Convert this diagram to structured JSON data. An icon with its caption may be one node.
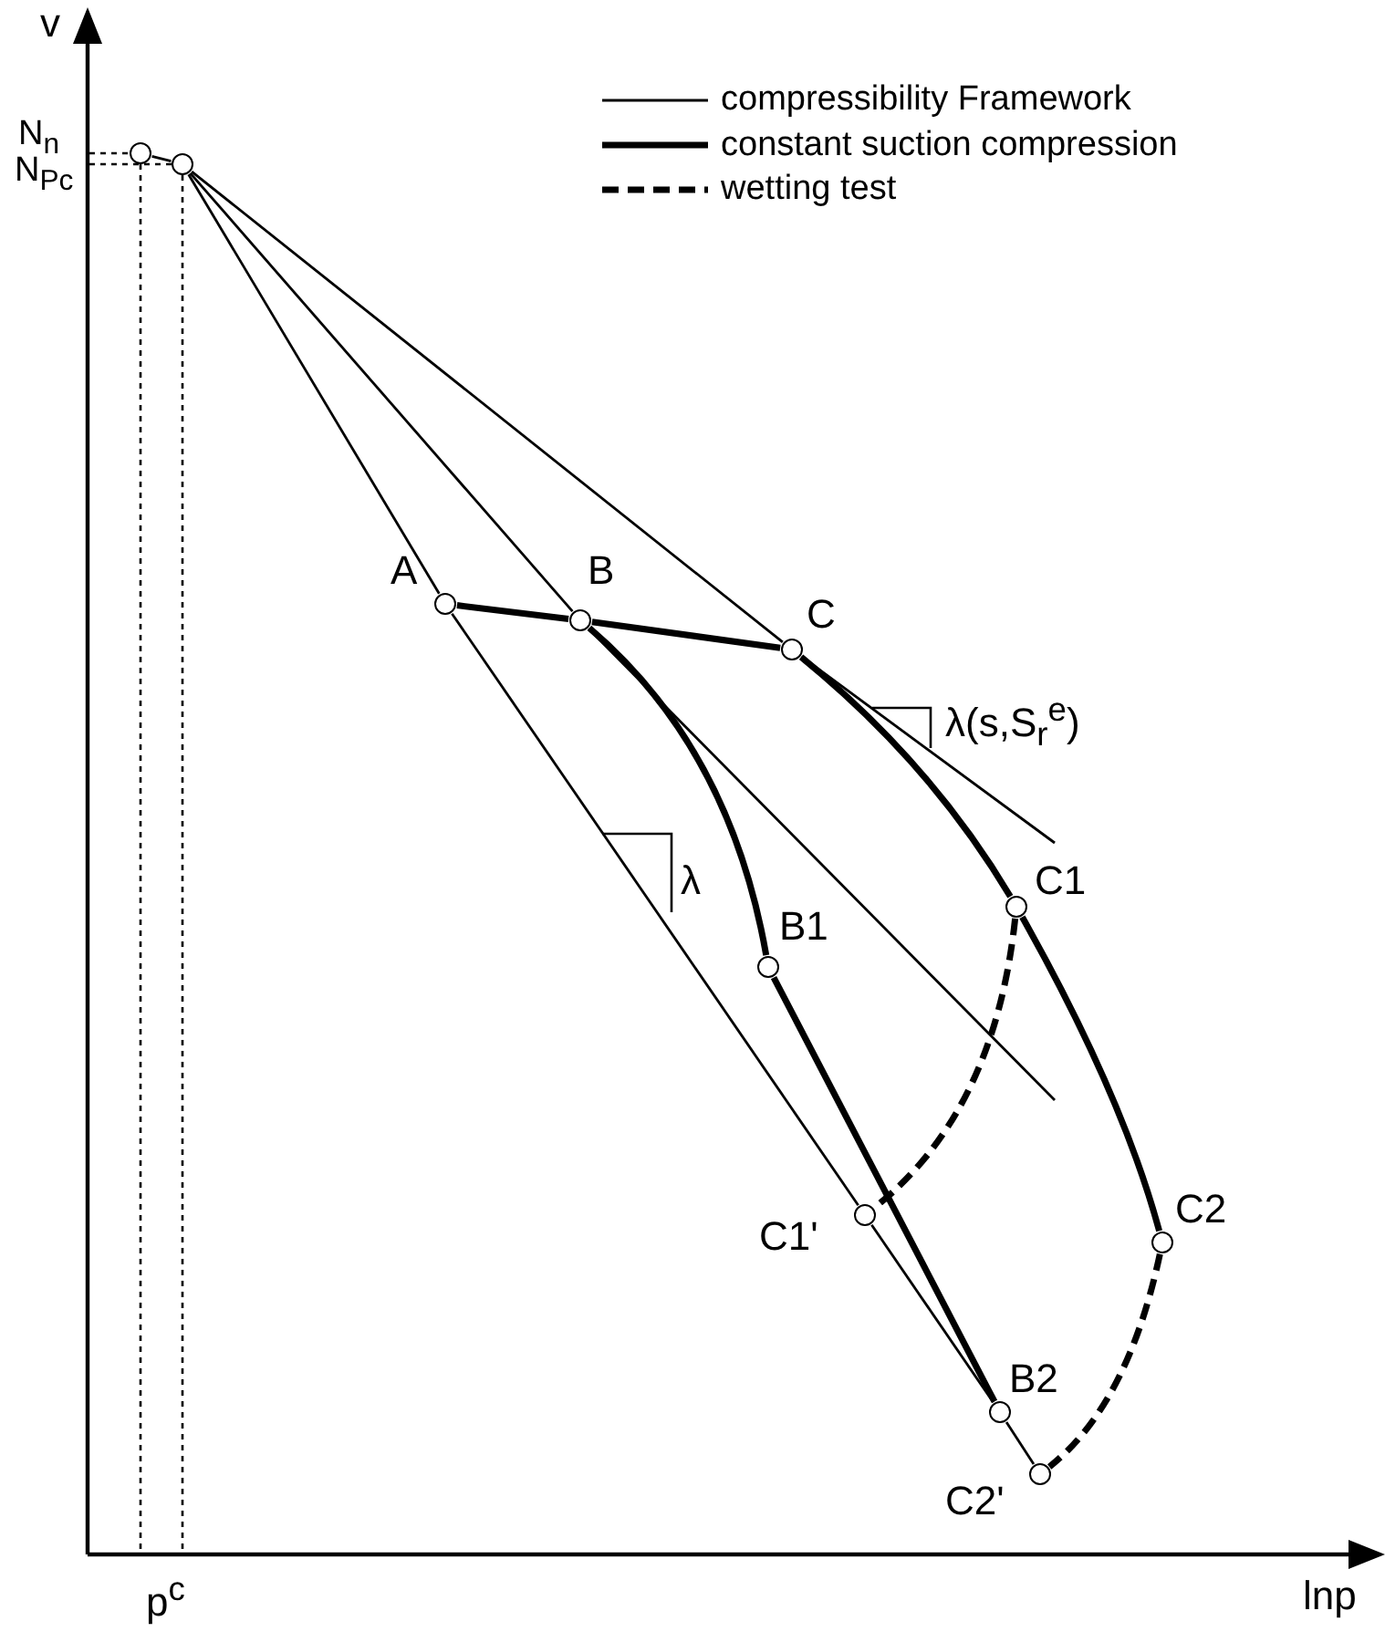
{
  "diagram": {
    "nodes": [
      {
        "text": [],
        "shape": "circle"
      },
      {
        "text": [],
        "shape": "circle"
      },
      {
        "text": [],
        "shape": "circle",
        "beside": [
          "A"
        ]
      },
      {
        "text": [],
        "shape": "circle",
        "beside": [
          "B"
        ]
      },
      {
        "text": [],
        "shape": "circle",
        "beside": [
          "C"
        ]
      },
      {
        "text": [],
        "shape": "circle",
        "beside": [
          "C1"
        ]
      },
      {
        "text": [],
        "shape": "circle",
        "beside": [
          "B1"
        ]
      },
      {
        "text": [],
        "shape": "circle",
        "beside": [
          "C1'"
        ]
      },
      {
        "text": [],
        "shape": "circle",
        "beside": [
          "C2"
        ]
      },
      {
        "text": [],
        "shape": "circle",
        "beside": [
          "B2"
        ]
      },
      {
        "text": [],
        "shape": "circle",
        "beside": [
          "C2'"
        ]
      }
    ],
    "edges": [
      {
        "from": 0,
        "to": 1,
        "arrow": "none"
      },
      {
        "from": 1,
        "to": 2,
        "arrow": "none"
      },
      {
        "from": 1,
        "to": 3,
        "arrow": "none"
      },
      {
        "from": 1,
        "to": 4,
        "arrow": "none"
      },
      {
        "from": 2,
        "to": 7,
        "arrow": "none"
      },
      {
        "from": 7,
        "to": 9,
        "arrow": "none"
      },
      {
        "from": 9,
        "to": 10,
        "arrow": "none"
      },
      {
        "from": 3,
        "to": null,
        "arrow": "none"
      },
      {
        "from": 4,
        "to": null,
        "arrow": "none"
      },
      {
        "from": 2,
        "to": 3,
        "arrow": "none",
        "style": "thick"
      },
      {
        "from": 3,
        "to": 4,
        "arrow": "none",
        "style": "thick"
      },
      {
        "from": 4,
        "to": 5,
        "arrow": "none",
        "style": "thick"
      },
      {
        "from": 5,
        "to": 8,
        "arrow": "none",
        "style": "thick"
      },
      {
        "from": 3,
        "to": 6,
        "arrow": "none",
        "style": "thick"
      },
      {
        "from": 6,
        "to": 9,
        "arrow": "none",
        "style": "thick"
      },
      {
        "from": 5,
        "to": 7,
        "arrow": "none",
        "style": "dashed"
      },
      {
        "from": 8,
        "to": 10,
        "arrow": "none",
        "style": "dashed"
      }
    ],
    "labels": [
      "v",
      "N$_{n}$",
      "N$_{Pc}$",
      "λ(s,S$_{r}$$^{e}$)",
      "λ",
      "p$^{c}$",
      "lnp"
    ],
    "legend": [
      {
        "text": "compressibility Framework"
      },
      {
        "text": "constant suction compression"
      },
      {
        "text": "wetting test"
      }
    ]
  }
}
